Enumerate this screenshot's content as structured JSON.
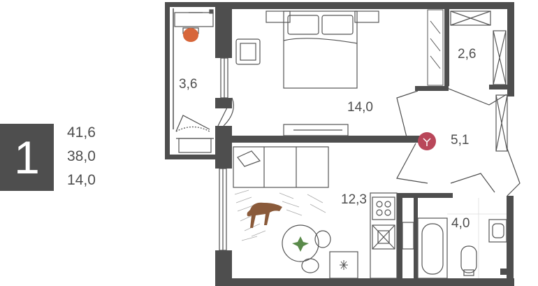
{
  "summary": {
    "room_count": "1",
    "total_area": "41,6",
    "living_area": "38,0",
    "kitchen_area": "14,0"
  },
  "rooms": {
    "balcony": "3,6",
    "bedroom": "14,0",
    "wardrobe": "2,6",
    "hall": "5,1",
    "kitchen": "12,3",
    "bathroom": "4,0"
  },
  "colors": {
    "wall": "#4e4e4e",
    "accent": "#d7663a",
    "entrance": "#b9475a",
    "furniture_line": "#555555",
    "plant": "#5a8a4a",
    "dog": "#8a5a3a"
  }
}
